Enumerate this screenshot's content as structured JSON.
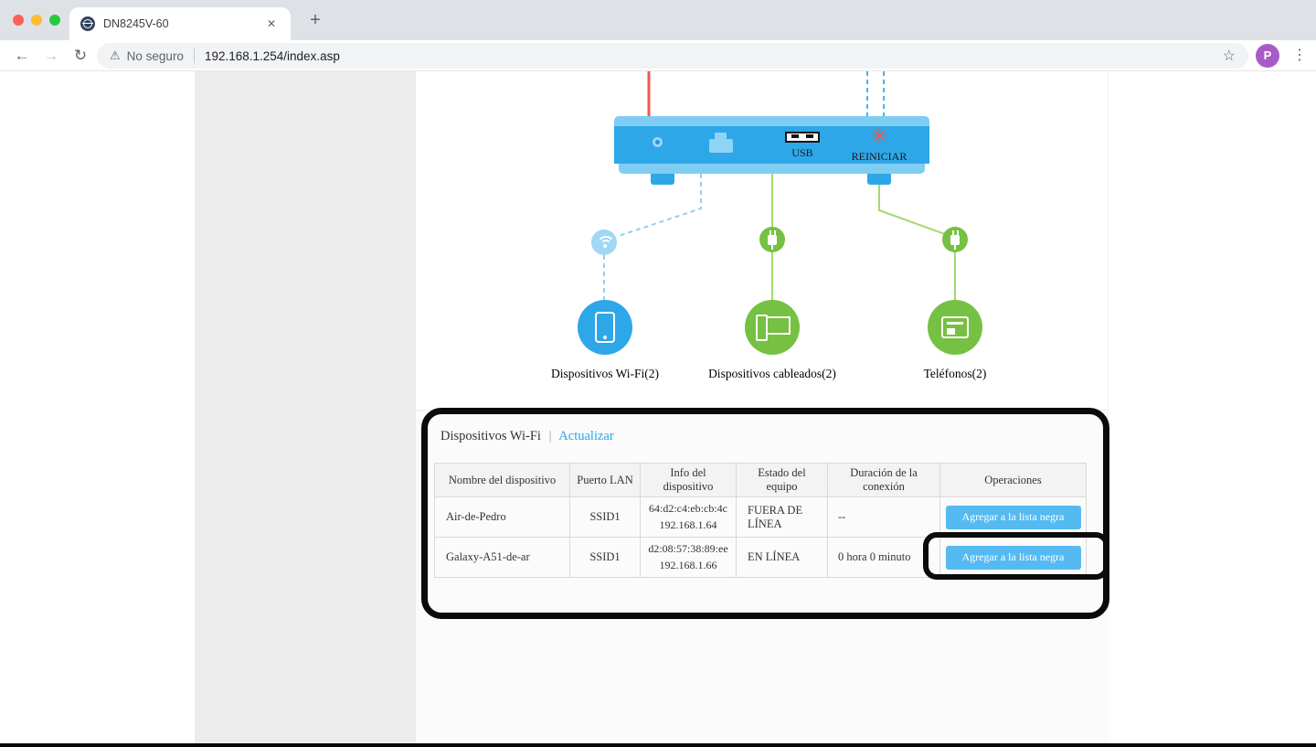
{
  "browser": {
    "tab_title": "DN8245V-60",
    "security_label": "No seguro",
    "url_host": "192.168.1.254",
    "url_path": "/index.asp",
    "avatar_initial": "P"
  },
  "icons": {
    "close": "✕",
    "plus": "+",
    "back": "←",
    "forward": "→",
    "reload": "↻",
    "warning": "⚠",
    "star": "☆",
    "dots": "⋮",
    "restart": "✳"
  },
  "diagram": {
    "router": {
      "usb_label": "USB",
      "restart_label": "REINICIAR"
    },
    "groups": [
      {
        "label": "Dispositivos Wi-Fi(2)"
      },
      {
        "label": "Dispositivos cableados(2)"
      },
      {
        "label": "Teléfonos(2)"
      }
    ]
  },
  "panel": {
    "title": "Dispositivos Wi-Fi",
    "separator": "|",
    "refresh_link": "Actualizar",
    "table": {
      "headers": [
        "Nombre del dispositivo",
        "Puerto LAN",
        "Info del dispositivo",
        "Estado del equipo",
        "Duración de la conexión",
        "Operaciones"
      ],
      "rows": [
        {
          "name": "Air-de-Pedro",
          "lan_port": "SSID1",
          "mac": "64:d2:c4:eb:cb:4c",
          "ip": "192.168.1.64",
          "status": "FUERA DE LÍNEA",
          "duration": "--",
          "action": "Agregar a la lista negra"
        },
        {
          "name": "Galaxy-A51-de-ar",
          "lan_port": "SSID1",
          "mac": "d2:08:57:38:89:ee",
          "ip": "192.168.1.66",
          "status": "EN LÍNEA",
          "duration": "0 hora 0 minuto",
          "action": "Agregar a la lista negra"
        }
      ]
    }
  },
  "colors": {
    "accent_blue": "#2EA7E8",
    "accent_green": "#76C043",
    "link_blue": "#2BA6E9",
    "alert_red": "#F2564D",
    "button_blue": "#55BAF1"
  }
}
